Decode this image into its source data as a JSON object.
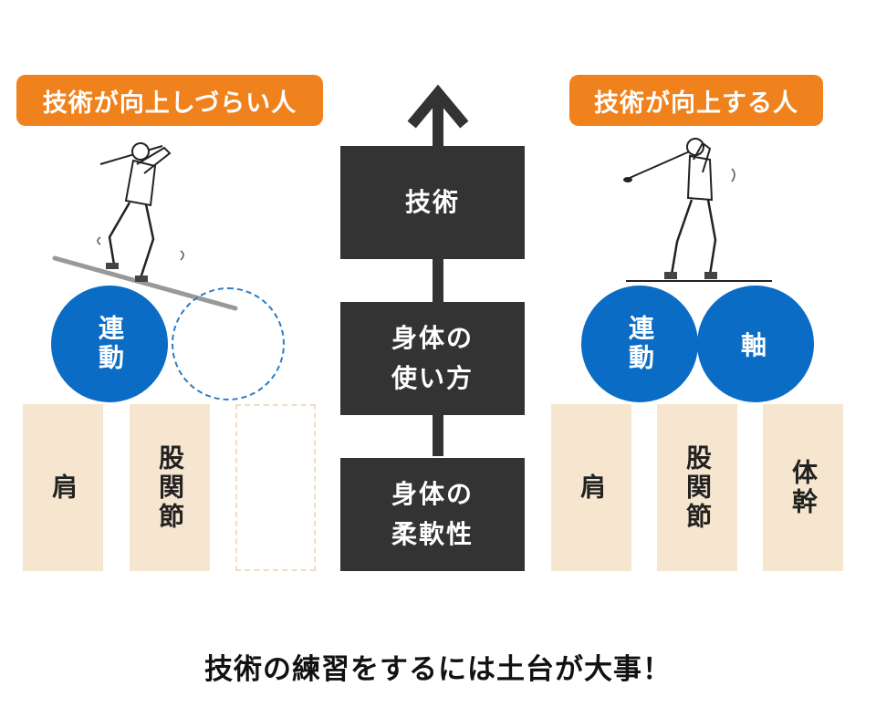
{
  "left": {
    "tag": "技術が向上しづらい人",
    "ball": "連動",
    "pillars": [
      "肩",
      "股関節"
    ]
  },
  "right": {
    "tag": "技術が向上する人",
    "balls": [
      "連動",
      "軸"
    ],
    "pillars": [
      "肩",
      "股関節",
      "体幹"
    ]
  },
  "center": {
    "stages": [
      {
        "line1": "技術",
        "line2": ""
      },
      {
        "line1": "身体の",
        "line2": "使い方"
      },
      {
        "line1": "身体の",
        "line2": "柔軟性"
      }
    ]
  },
  "caption": "技術の練習をするには土台が大事！",
  "colors": {
    "tag": "#f0821e",
    "ball": "#0a6cc4",
    "pillar": "#f6e6cf",
    "stage": "#333333"
  }
}
